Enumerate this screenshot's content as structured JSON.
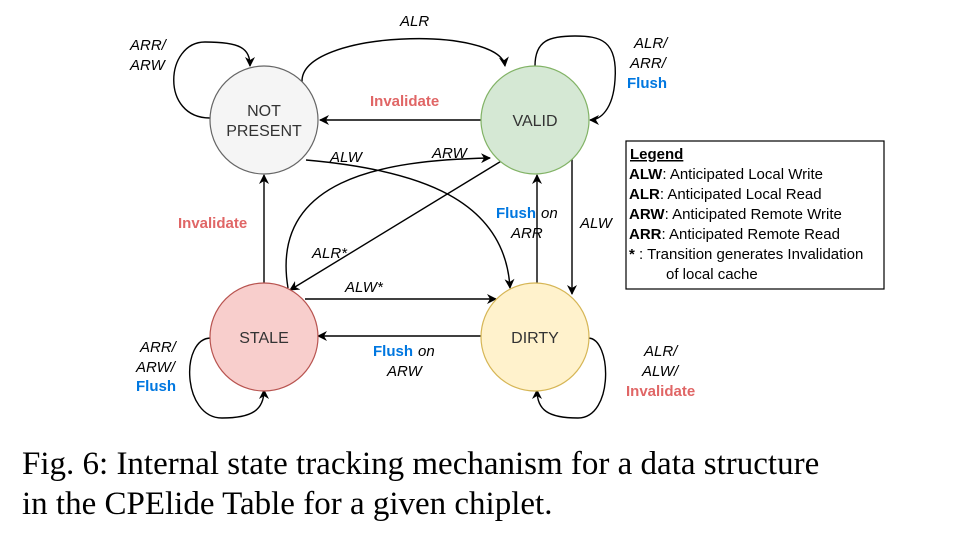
{
  "colors": {
    "not_present_fill": "#f5f5f5",
    "not_present_stroke": "#666666",
    "valid_fill": "#d5e8d4",
    "valid_stroke": "#82b366",
    "stale_fill": "#f8cecc",
    "stale_stroke": "#b85450",
    "dirty_fill": "#fff2cc",
    "dirty_stroke": "#d6b656",
    "invalidate": "#e06666",
    "flush": "#0077e0"
  },
  "states": {
    "not_present": {
      "line1": "NOT",
      "line2": "PRESENT"
    },
    "valid": "VALID",
    "stale": "STALE",
    "dirty": "DIRTY"
  },
  "edges": {
    "np_self": {
      "line1": "ARR/",
      "line2": "ARW"
    },
    "np_to_valid": "ALR",
    "valid_to_np": "Invalidate",
    "valid_self": {
      "line1": "ALR/",
      "line2": "ARR/",
      "line3": "Flush"
    },
    "np_to_dirty": "ALW",
    "stale_to_valid": "ARW",
    "dirty_to_valid": {
      "flush": "Flush",
      "on": "on",
      "line2": "ARR"
    },
    "valid_to_dirty": "ALW",
    "valid_to_stale": "ALR*",
    "stale_to_np": "Invalidate",
    "stale_to_dirty": "ALW*",
    "dirty_to_stale": {
      "flush": "Flush",
      "on": "on",
      "line2": "ARW"
    },
    "stale_self": {
      "line1": "ARR/",
      "line2": "ARW/",
      "line3": "Flush"
    },
    "dirty_self": {
      "line1": "ALR/",
      "line2": "ALW/",
      "line3": "Invalidate"
    }
  },
  "legend": {
    "title": "Legend",
    "items": [
      {
        "key": "ALW",
        "text": ": Anticipated Local Write"
      },
      {
        "key": "ALR",
        "text": ": Anticipated Local Read"
      },
      {
        "key": "ARW",
        "text": ": Anticipated Remote Write"
      },
      {
        "key": "ARR",
        "text": ": Anticipated Remote Read"
      },
      {
        "key": "*",
        "text": " : Transition generates Invalidation"
      }
    ],
    "continuation": "of local cache"
  },
  "caption": {
    "line1": "Fig. 6: Internal state tracking mechanism for a data structure",
    "line2": "in the CPElide Table for a given chiplet."
  }
}
